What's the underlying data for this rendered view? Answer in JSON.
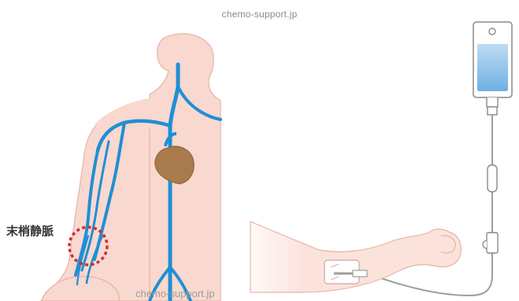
{
  "captions": {
    "site_top": "chemo-support.jp",
    "site_bottom": "chemo-support.jp",
    "vein_label": "末梢静脈"
  },
  "colors": {
    "skin": "#f9d8cf",
    "skin_outline": "#e6b4a6",
    "vein": "#1f8fd6",
    "heart": "#a87a4c",
    "highlight_circle": "#d32f2f",
    "iv_fluid": "#8fc3ea",
    "tube": "#9e9e9e"
  }
}
